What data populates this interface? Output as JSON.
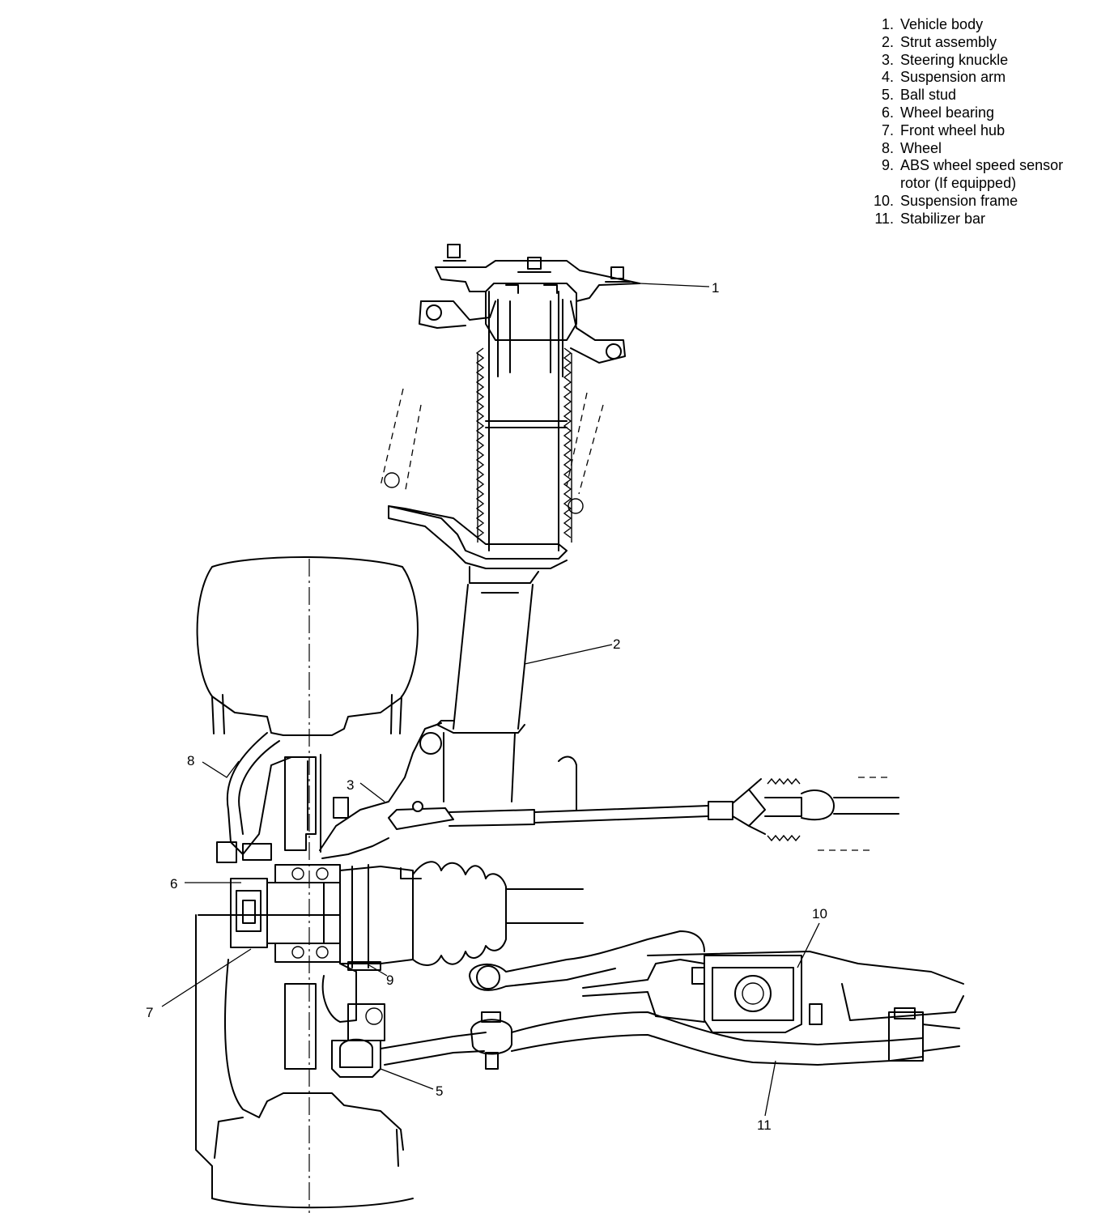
{
  "legend": [
    {
      "num": "1.",
      "text": "Vehicle body"
    },
    {
      "num": "2.",
      "text": "Strut assembly"
    },
    {
      "num": "3.",
      "text": "Steering knuckle"
    },
    {
      "num": "4.",
      "text": "Suspension arm"
    },
    {
      "num": "5.",
      "text": "Ball stud"
    },
    {
      "num": "6.",
      "text": "Wheel bearing"
    },
    {
      "num": "7.",
      "text": "Front wheel hub"
    },
    {
      "num": "8.",
      "text": "Wheel"
    },
    {
      "num": "9.",
      "text": "ABS wheel speed sensor",
      "cont": "rotor (If equipped)"
    },
    {
      "num": "10.",
      "text": "Suspension frame"
    },
    {
      "num": "11.",
      "text": "Stabilizer bar"
    }
  ],
  "callouts": {
    "c1": "1",
    "c2": "2",
    "c3": "3",
    "c5": "5",
    "c6": "6",
    "c7": "7",
    "c8": "8",
    "c9": "9",
    "c10": "10",
    "c11": "11"
  }
}
